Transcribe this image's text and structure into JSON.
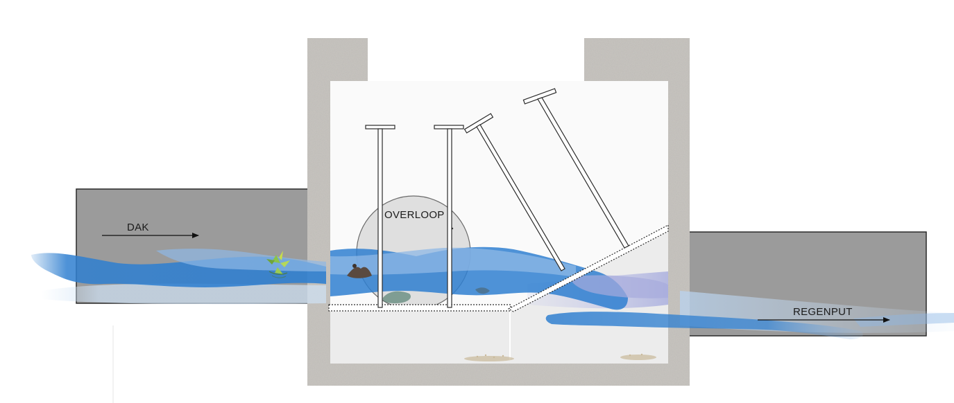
{
  "labels": {
    "inlet": "DAK",
    "overflow": "OVERLOOP",
    "outlet": "REGENPUT"
  },
  "colors": {
    "pipe": "#9b9b9b",
    "concrete": "#c9c6c1",
    "chamber": "#fafafa",
    "sump": "#ececec",
    "water": "#2f7fd0",
    "water_light": "#8fb8e6",
    "water_lavender": "#a6abdd",
    "outline": "#2a2a2a",
    "plant": "#8bc34a",
    "debris": "#5a4a40",
    "sediment": "#c9b99a"
  },
  "icons": {
    "inlet_arrow": "arrow-right-icon",
    "outlet_arrow": "arrow-right-icon",
    "plant_debris": "leaf-icon"
  }
}
